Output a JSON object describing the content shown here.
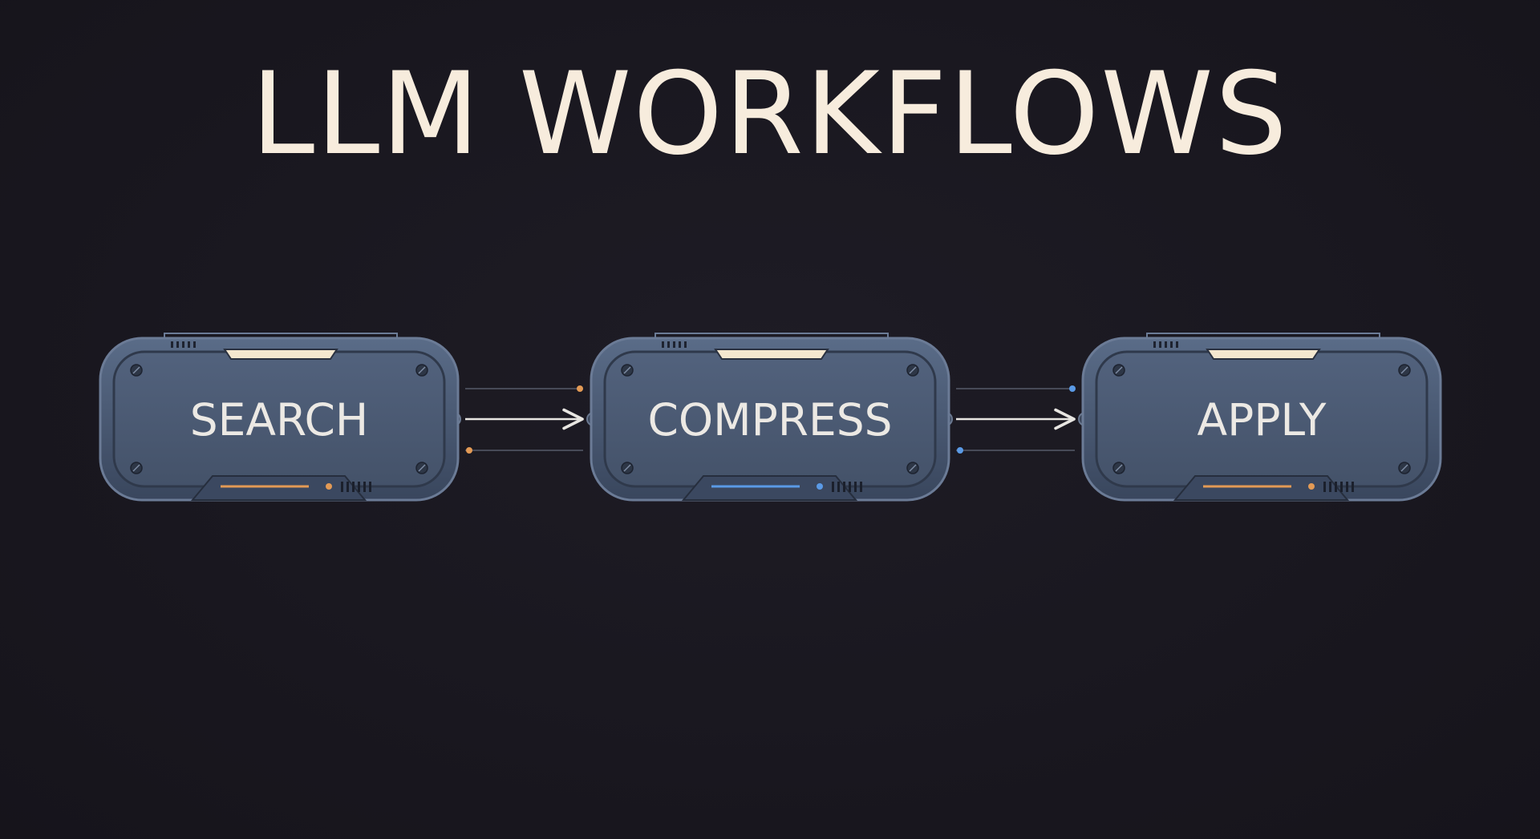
{
  "title": "LLM WORKFLOWS",
  "nodes": [
    {
      "label": "SEARCH",
      "accent": "#e39a55"
    },
    {
      "label": "COMPRESS",
      "accent": "#5a9ae6"
    },
    {
      "label": "APPLY",
      "accent": "#e39a55"
    }
  ],
  "edges": [
    {
      "from": "SEARCH",
      "to": "COMPRESS",
      "accent": "#e39a55"
    },
    {
      "from": "COMPRESS",
      "to": "APPLY",
      "accent": "#5a9ae6"
    }
  ],
  "colors": {
    "background": "#1a1820",
    "title": "#f7ecdd",
    "node_fill": "#48566f",
    "node_border": "#5f6f8a",
    "arrow": "#e8e6e2"
  }
}
